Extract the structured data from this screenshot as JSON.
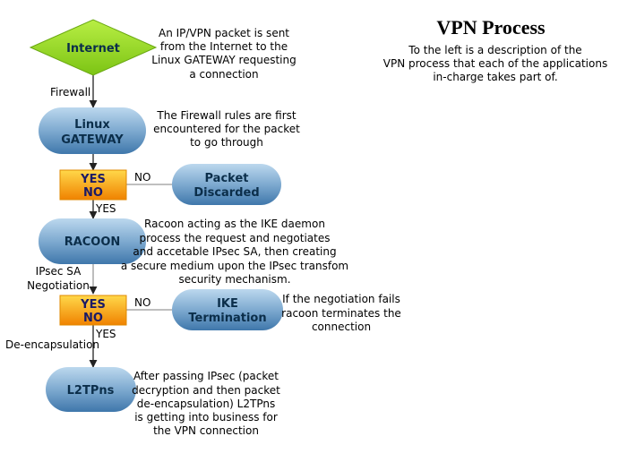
{
  "header": {
    "title": "VPN Process",
    "subtitle_lines": [
      "To the left is a description of the",
      "VPN process that each of the applications",
      "in-charge takes part of."
    ]
  },
  "nodes": {
    "internet": {
      "label": "Internet"
    },
    "gateway": {
      "label_lines": [
        "Linux",
        "GATEWAY"
      ]
    },
    "decision1": {
      "label_lines": [
        "YES",
        "NO"
      ]
    },
    "discarded": {
      "label_lines": [
        "Packet",
        "Discarded"
      ]
    },
    "racoon": {
      "label": "RACOON"
    },
    "decision2": {
      "label_lines": [
        "YES",
        "NO"
      ]
    },
    "ike_termination": {
      "label_lines": [
        "IKE",
        "Termination"
      ]
    },
    "l2tpns": {
      "label": "L2TPns"
    }
  },
  "edge_labels": {
    "firewall": "Firewall",
    "no1": "NO",
    "yes1": "YES",
    "ipsec_sa_lines": [
      "IPsec SA",
      "Negotiation"
    ],
    "no2": "NO",
    "yes2": "YES",
    "decapsulation": "De-encapsulation"
  },
  "descriptions": {
    "internet": [
      "An IP/VPN packet is sent",
      "from the Internet to the",
      "Linux GATEWAY requesting",
      "a connection"
    ],
    "gateway": [
      "The Firewall rules are first",
      "encountered for the packet",
      "to go through"
    ],
    "racoon": [
      "Racoon acting as the IKE daemon",
      "process the request and negotiates",
      "and accetable IPsec SA, then creating",
      "a secure medium upon the IPsec transfom",
      "security mechanism."
    ],
    "ike": [
      "If the negotiation fails",
      "racoon terminates the",
      "connection"
    ],
    "l2tpns": [
      "After passing IPsec (packet",
      "decryption and then packet",
      "de-encapsulation) L2TPns",
      "is getting into business for",
      "the VPN connection"
    ]
  },
  "colors": {
    "internet_fill": "#9ad81e",
    "pill_fill_top": "#a9cbe6",
    "pill_fill_bottom": "#4f86b8",
    "decision_fill_top": "#ffcc33",
    "decision_fill_bottom": "#f08a00",
    "line": "#222222"
  }
}
